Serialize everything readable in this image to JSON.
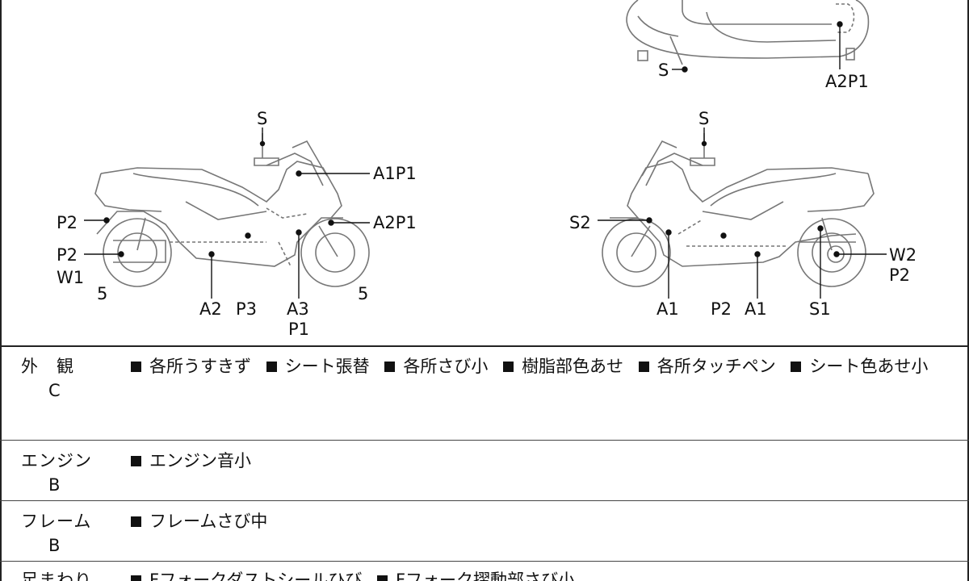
{
  "diagram": {
    "top_view_labels": [
      "S",
      "A2P1"
    ],
    "left_view_labels": {
      "s": "S",
      "a1p1": "A1P1",
      "a2p1": "A2P1",
      "p2_upper": "P2",
      "p2_lower": "P2",
      "w1": "W1",
      "five_left": "5",
      "five_right": "5",
      "a2": "A2",
      "p3": "P3",
      "a3": "A3",
      "p1": "P1"
    },
    "right_view_labels": {
      "s": "S",
      "s2": "S2",
      "w2": "W2",
      "p2_side": "P2",
      "a1_left": "A1",
      "p2_bottom": "P2",
      "a1_right": "A1",
      "s1": "S1"
    }
  },
  "inspection": [
    {
      "category": "外　観",
      "grade": "C",
      "items": [
        "各所うすきず",
        "シート張替",
        "各所さび小",
        "樹脂部色あせ",
        "各所タッチペン",
        "シート色あせ小"
      ]
    },
    {
      "category": "エンジン",
      "grade": "B",
      "items": [
        "エンジン音小"
      ]
    },
    {
      "category": "フレーム",
      "grade": "B",
      "items": [
        "フレームさび中"
      ]
    },
    {
      "category": "足まわり",
      "grade": "",
      "items": [
        "Fフォークダストシールひび",
        "Fフォーク摺動部さび小"
      ]
    }
  ]
}
